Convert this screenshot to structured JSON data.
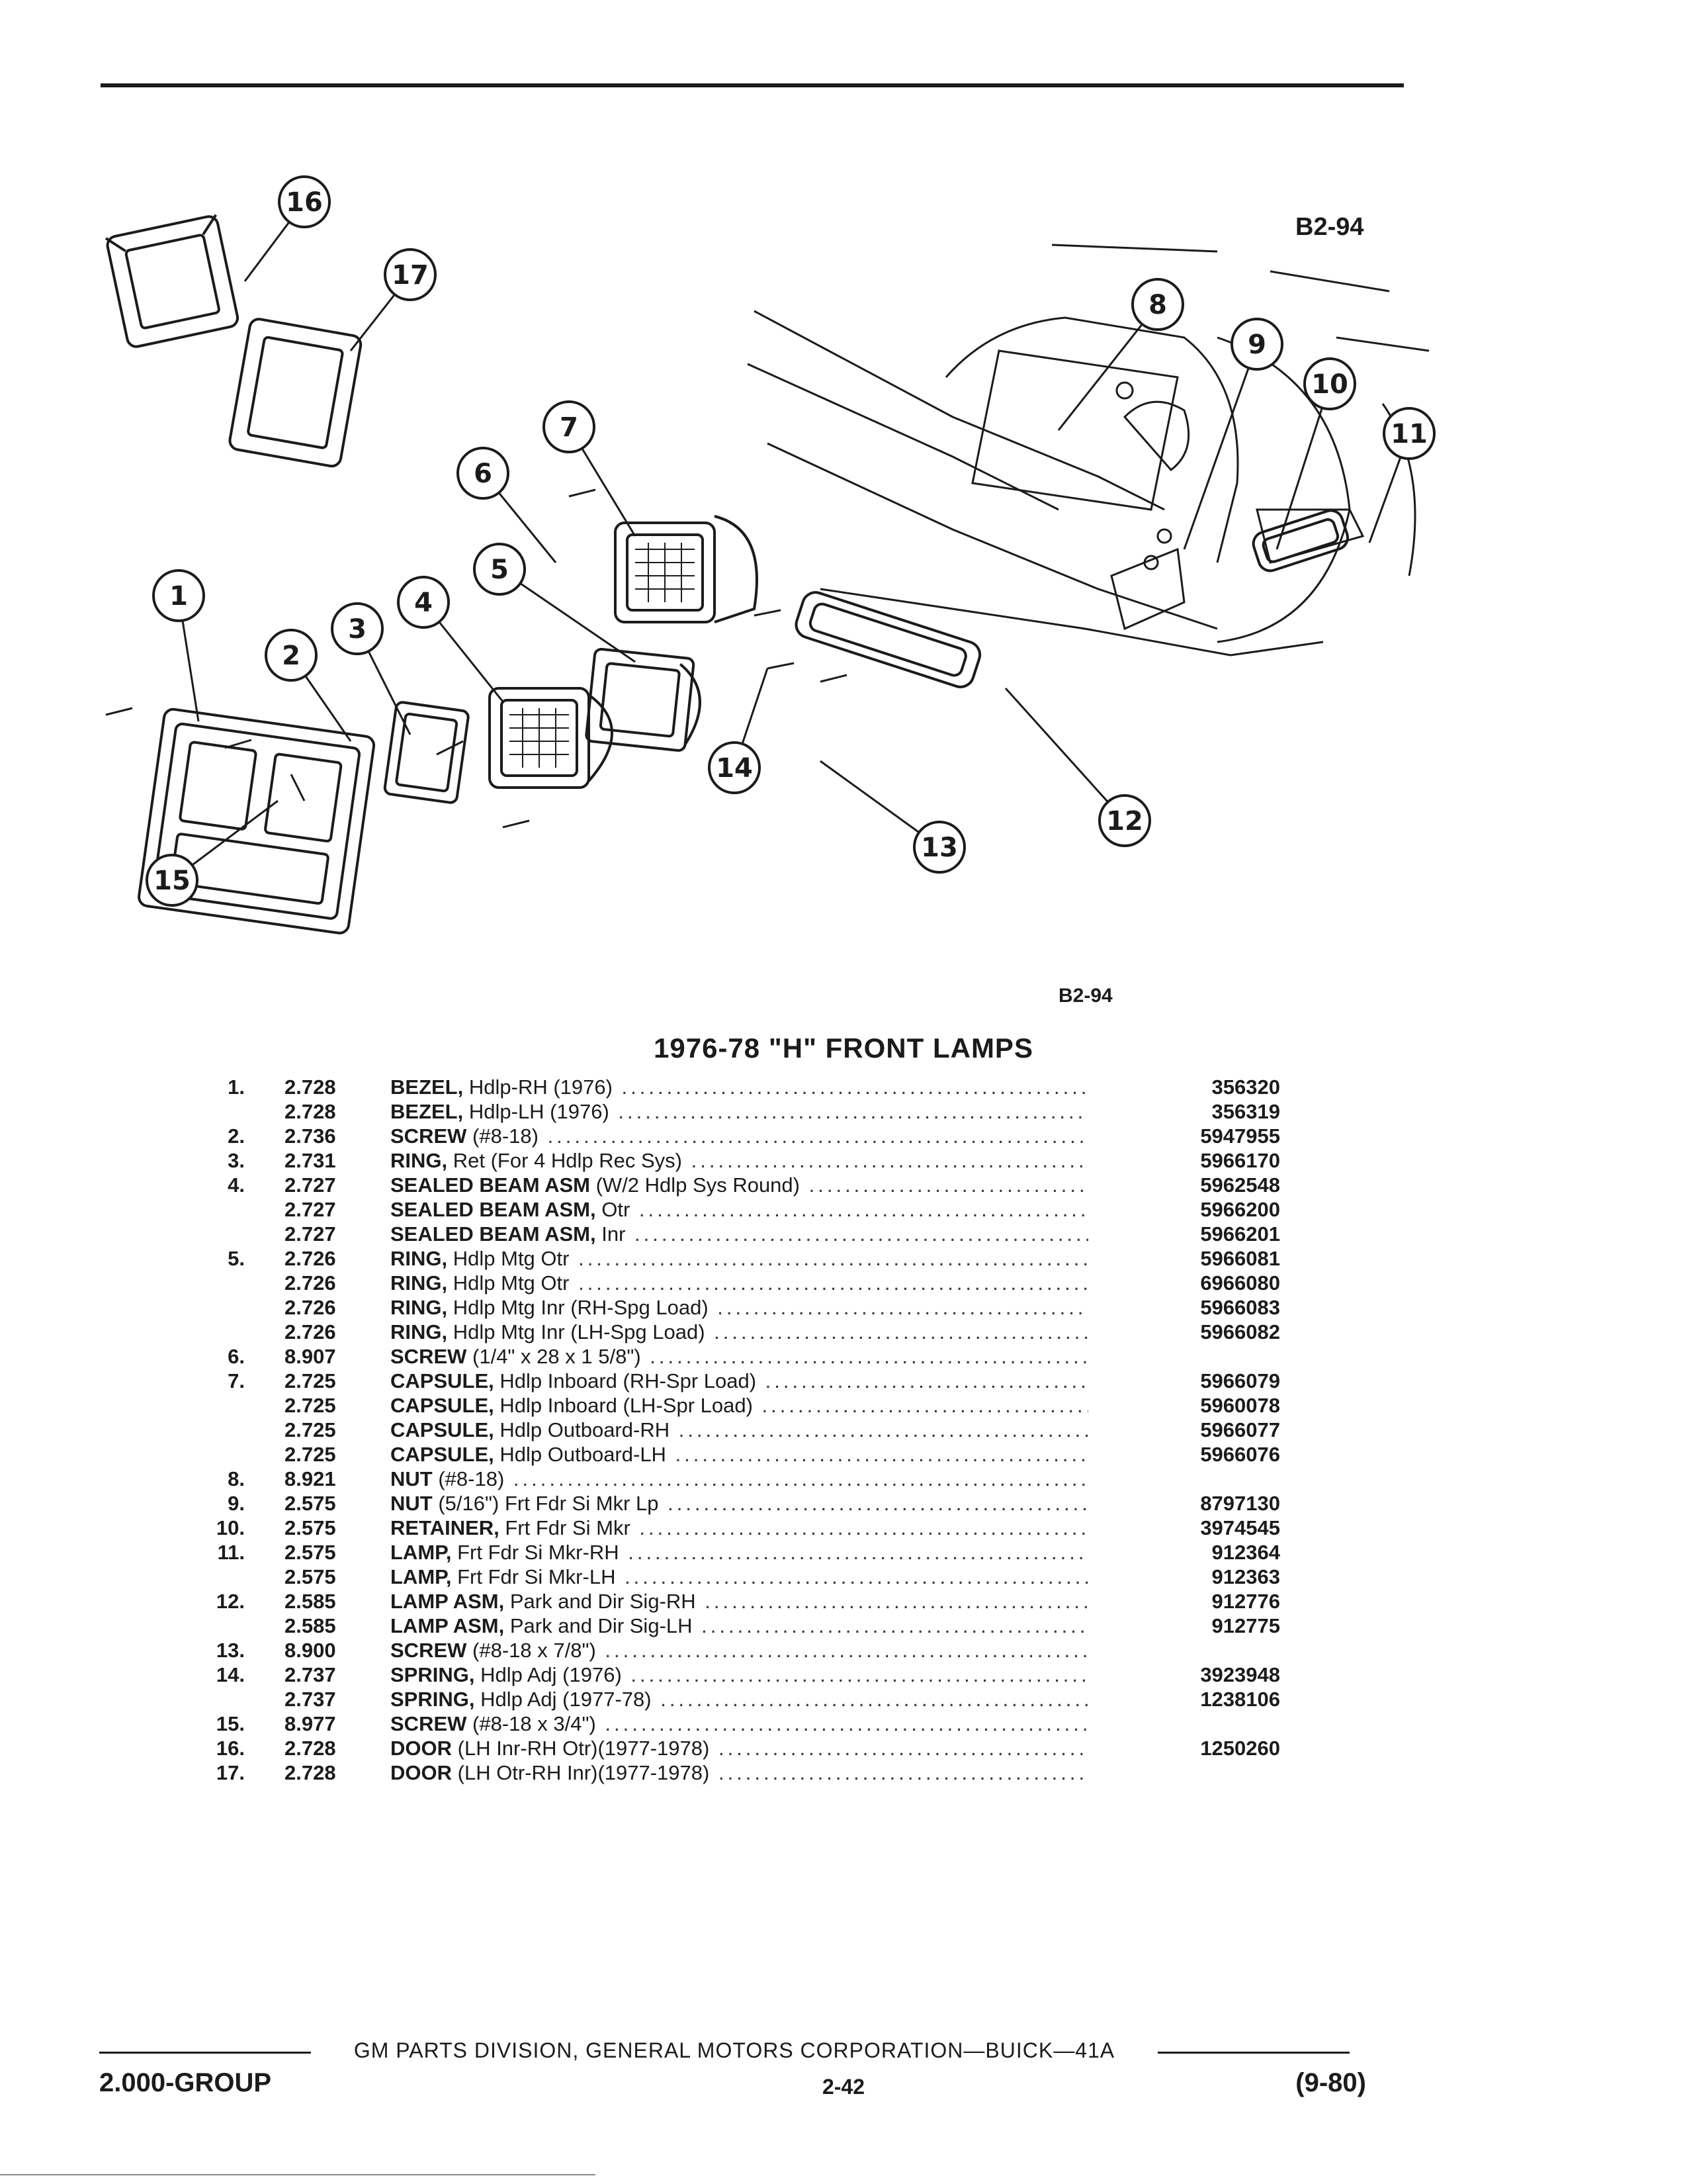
{
  "figure": {
    "ref_top": "B2-94",
    "ref_bottom": "B2-94",
    "callouts": [
      "16",
      "17",
      "8",
      "9",
      "10",
      "11",
      "7",
      "6",
      "5",
      "1",
      "3",
      "4",
      "2",
      "14",
      "12",
      "13",
      "15"
    ]
  },
  "section_title": "1976-78 \"H\" FRONT LAMPS",
  "parts": [
    {
      "item": "1.",
      "group": "2.728",
      "noun": "BEZEL,",
      "desc": "Hdlp-RH (1976)",
      "part": "356320"
    },
    {
      "item": "",
      "group": "2.728",
      "noun": "BEZEL,",
      "desc": "Hdlp-LH (1976)",
      "part": "356319"
    },
    {
      "item": "2.",
      "group": "2.736",
      "noun": "SCREW",
      "desc": "(#8-18)",
      "part": "5947955"
    },
    {
      "item": "3.",
      "group": "2.731",
      "noun": "RING,",
      "desc": "Ret (For 4 Hdlp Rec Sys)",
      "part": "5966170"
    },
    {
      "item": "4.",
      "group": "2.727",
      "noun": "SEALED BEAM ASM",
      "desc": "(W/2 Hdlp Sys Round)",
      "part": "5962548"
    },
    {
      "item": "",
      "group": "2.727",
      "noun": "SEALED BEAM ASM,",
      "desc": "Otr",
      "part": "5966200"
    },
    {
      "item": "",
      "group": "2.727",
      "noun": "SEALED BEAM ASM,",
      "desc": "Inr",
      "part": "5966201"
    },
    {
      "item": "5.",
      "group": "2.726",
      "noun": "RING,",
      "desc": "Hdlp Mtg Otr",
      "part": "5966081"
    },
    {
      "item": "",
      "group": "2.726",
      "noun": "RING,",
      "desc": "Hdlp Mtg Otr",
      "part": "6966080"
    },
    {
      "item": "",
      "group": "2.726",
      "noun": "RING,",
      "desc": "Hdlp Mtg Inr (RH-Spg Load)",
      "part": "5966083"
    },
    {
      "item": "",
      "group": "2.726",
      "noun": "RING,",
      "desc": "Hdlp Mtg Inr (LH-Spg Load)",
      "part": "5966082"
    },
    {
      "item": "6.",
      "group": "8.907",
      "noun": "SCREW",
      "desc": "(1/4\" x 28 x 1 5/8\")",
      "part": ""
    },
    {
      "item": "7.",
      "group": "2.725",
      "noun": "CAPSULE,",
      "desc": "Hdlp Inboard (RH-Spr Load)",
      "part": "5966079"
    },
    {
      "item": "",
      "group": "2.725",
      "noun": "CAPSULE,",
      "desc": "Hdlp Inboard (LH-Spr Load)",
      "part": "5960078"
    },
    {
      "item": "",
      "group": "2.725",
      "noun": "CAPSULE,",
      "desc": "Hdlp Outboard-RH",
      "part": "5966077"
    },
    {
      "item": "",
      "group": "2.725",
      "noun": "CAPSULE,",
      "desc": "Hdlp Outboard-LH",
      "part": "5966076"
    },
    {
      "item": "8.",
      "group": "8.921",
      "noun": "NUT",
      "desc": "(#8-18)",
      "part": ""
    },
    {
      "item": "9.",
      "group": "2.575",
      "noun": "NUT",
      "desc": "(5/16\") Frt Fdr Si Mkr Lp",
      "part": "8797130"
    },
    {
      "item": "10.",
      "group": "2.575",
      "noun": "RETAINER,",
      "desc": "Frt Fdr Si Mkr",
      "part": "3974545"
    },
    {
      "item": "11.",
      "group": "2.575",
      "noun": "LAMP,",
      "desc": "Frt Fdr Si Mkr-RH",
      "part": "912364"
    },
    {
      "item": "",
      "group": "2.575",
      "noun": "LAMP,",
      "desc": "Frt Fdr Si Mkr-LH",
      "part": "912363"
    },
    {
      "item": "12.",
      "group": "2.585",
      "noun": "LAMP ASM,",
      "desc": "Park and Dir Sig-RH",
      "part": "912776"
    },
    {
      "item": "",
      "group": "2.585",
      "noun": "LAMP ASM,",
      "desc": "Park and Dir Sig-LH",
      "part": "912775"
    },
    {
      "item": "13.",
      "group": "8.900",
      "noun": "SCREW",
      "desc": "(#8-18 x 7/8\")",
      "part": ""
    },
    {
      "item": "14.",
      "group": "2.737",
      "noun": "SPRING,",
      "desc": "Hdlp Adj (1976)",
      "part": "3923948"
    },
    {
      "item": "",
      "group": "2.737",
      "noun": "SPRING,",
      "desc": "Hdlp Adj (1977-78)",
      "part": "1238106"
    },
    {
      "item": "15.",
      "group": "8.977",
      "noun": "SCREW",
      "desc": "(#8-18 x 3/4\")",
      "part": ""
    },
    {
      "item": "16.",
      "group": "2.728",
      "noun": "DOOR",
      "desc": "(LH Inr-RH Otr)(1977-1978)",
      "part": "1250260"
    },
    {
      "item": "17.",
      "group": "2.728",
      "noun": "DOOR",
      "desc": "(LH Otr-RH Inr)(1977-1978)",
      "part": ""
    }
  ],
  "footer": {
    "division": "GM PARTS DIVISION, GENERAL MOTORS CORPORATION—BUICK—41A",
    "group": "2.000-GROUP",
    "page": "2-42",
    "date": "(9-80)"
  }
}
